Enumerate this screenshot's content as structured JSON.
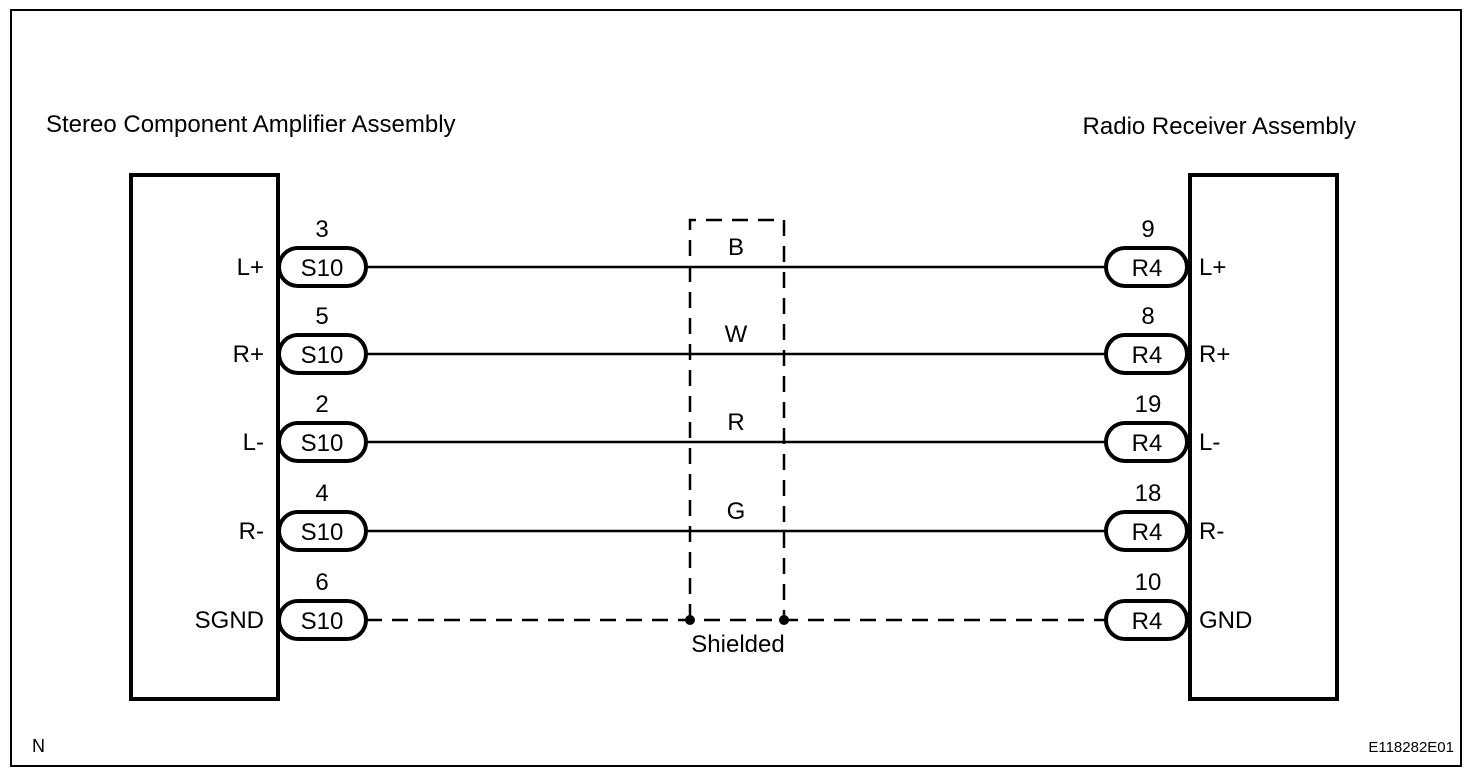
{
  "left_assembly": {
    "title": "Stereo Component Amplifier Assembly",
    "connector": "S10"
  },
  "right_assembly": {
    "title": "Radio Receiver Assembly",
    "connector": "R4"
  },
  "wires": [
    {
      "left_pin": "3",
      "left_label": "L+",
      "color": "B",
      "right_pin": "9",
      "right_label": "L+",
      "shielded_ground": false
    },
    {
      "left_pin": "5",
      "left_label": "R+",
      "color": "W",
      "right_pin": "8",
      "right_label": "R+",
      "shielded_ground": false
    },
    {
      "left_pin": "2",
      "left_label": "L-",
      "color": "R",
      "right_pin": "19",
      "right_label": "L-",
      "shielded_ground": false
    },
    {
      "left_pin": "4",
      "left_label": "R-",
      "color": "G",
      "right_pin": "18",
      "right_label": "R-",
      "shielded_ground": false
    },
    {
      "left_pin": "6",
      "left_label": "SGND",
      "color": "",
      "right_pin": "10",
      "right_label": "GND",
      "shielded_ground": true
    }
  ],
  "shield_label": "Shielded",
  "corner_label": "N",
  "figure_code": "E118282E01"
}
